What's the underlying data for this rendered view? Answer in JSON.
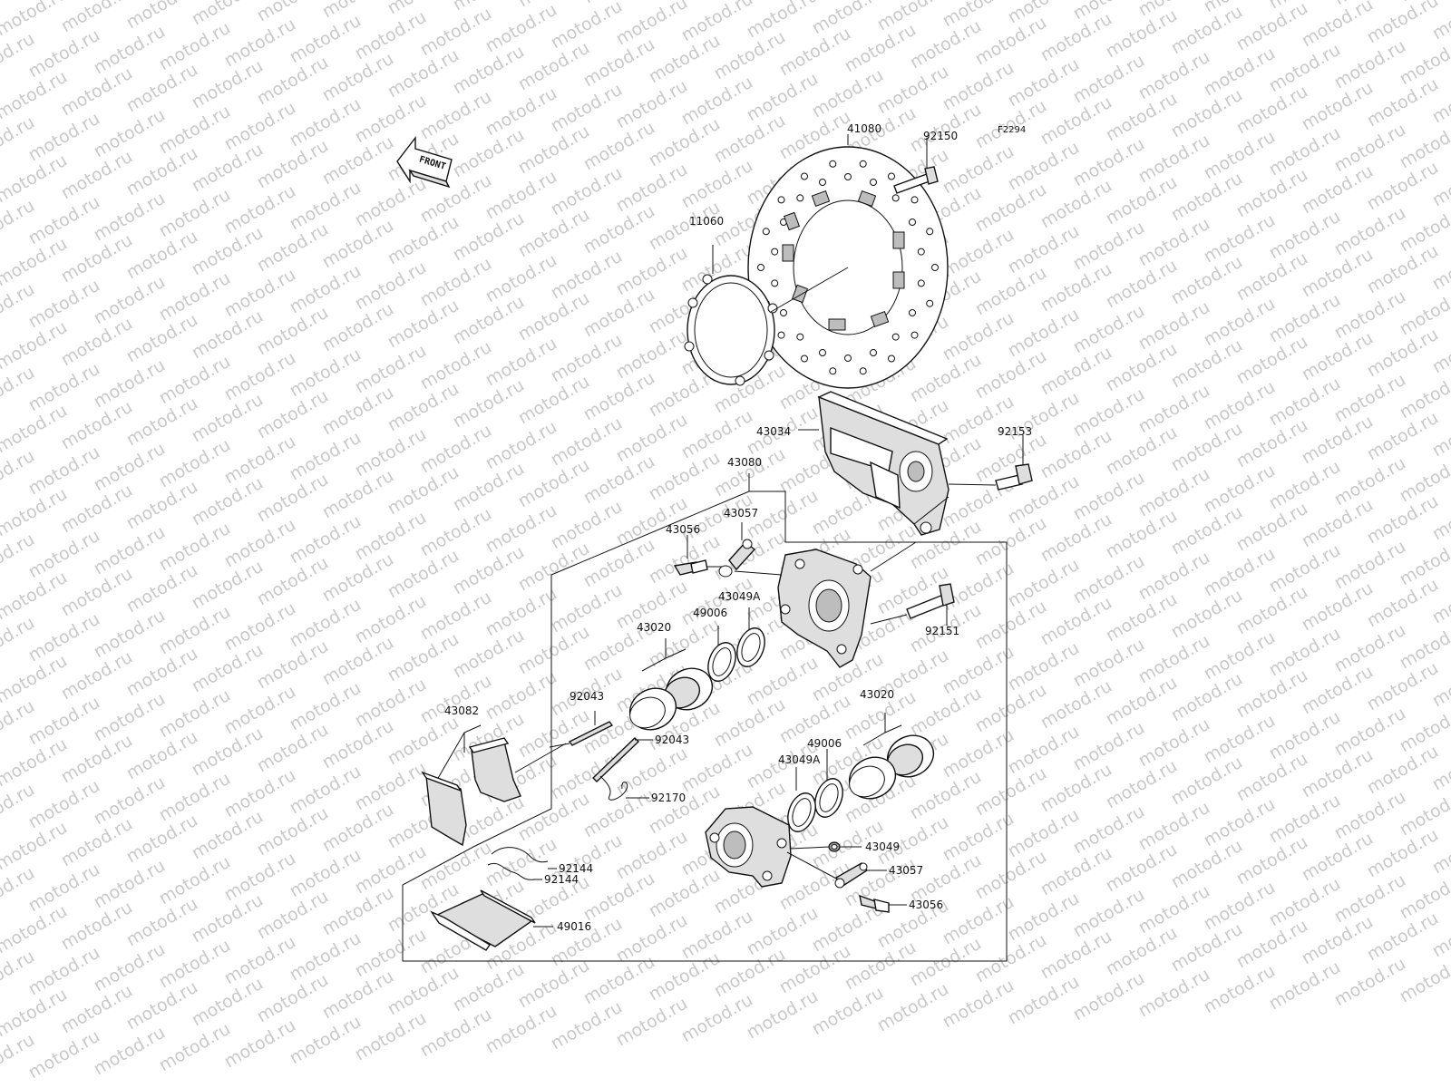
{
  "diagram": {
    "code": "F2294",
    "front_label": "FRONT",
    "watermark_text": "motod.ru",
    "colors": {
      "line": "#111111",
      "background": "#ffffff",
      "watermark": "#c9c9c9",
      "part_shade": "#dedede"
    },
    "labels": {
      "p41080": "41080",
      "p92150": "92150",
      "p11060": "11060",
      "p43034": "43034",
      "p92153": "92153",
      "p43080": "43080",
      "p43057_top": "43057",
      "p43056_top": "43056",
      "p43049a_top": "43049A",
      "p49006_top": "49006",
      "p43020_top": "43020",
      "p92151": "92151",
      "p92043_a": "92043",
      "p92043_b": "92043",
      "p43082": "43082",
      "p92170": "92170",
      "p43020_bottom": "43020",
      "p49006_bottom": "49006",
      "p43049a_bottom": "43049A",
      "p43049": "43049",
      "p43057_bottom": "43057",
      "p43056_bottom": "43056",
      "p92144_a": "92144",
      "p92144_b": "92144",
      "p49016": "49016"
    }
  }
}
